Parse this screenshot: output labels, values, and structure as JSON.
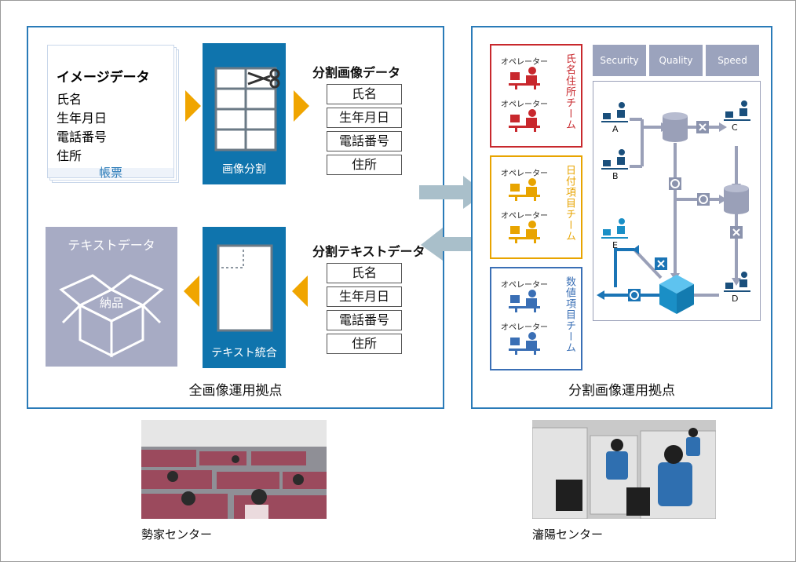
{
  "left_panel": {
    "title": "全画像運用拠点",
    "document": {
      "heading": "イメージデータ",
      "lines": [
        "氏名",
        "生年月日",
        "電話番号",
        "住所"
      ],
      "caption": "帳票"
    },
    "split_box_label": "画像分割",
    "split_image_data": {
      "heading": "分割画像データ",
      "fields": [
        "氏名",
        "生年月日",
        "電話番号",
        "住所"
      ]
    },
    "split_text_data": {
      "heading": "分割テキストデータ",
      "fields": [
        "氏名",
        "生年月日",
        "電話番号",
        "住所"
      ]
    },
    "merge_box_label": "テキスト統合",
    "text_data": {
      "heading": "テキストデータ",
      "box_label": "納品"
    }
  },
  "right_panel": {
    "title": "分割画像運用拠点",
    "teams": [
      {
        "label": "氏名住所チーム",
        "operators": [
          "オペレーター",
          "オペレーター"
        ],
        "color": "#c8282d"
      },
      {
        "label": "日付項目チーム",
        "operators": [
          "オペレーター",
          "オペレーター"
        ],
        "color": "#e8a400"
      },
      {
        "label": "数値項目チーム",
        "operators": [
          "オペレーター",
          "オペレーター"
        ],
        "color": "#3a6fb5"
      }
    ],
    "tags": [
      "Security",
      "Quality",
      "Speed"
    ],
    "nodes": [
      "A",
      "B",
      "C",
      "D",
      "E"
    ]
  },
  "photos": [
    {
      "caption": "勢家センター"
    },
    {
      "caption": "瀋陽センター"
    }
  ],
  "colors": {
    "blue": "#0f74ad",
    "orange": "#f0a500",
    "gray": "#a7abc4",
    "border": "#2a7bb8"
  }
}
